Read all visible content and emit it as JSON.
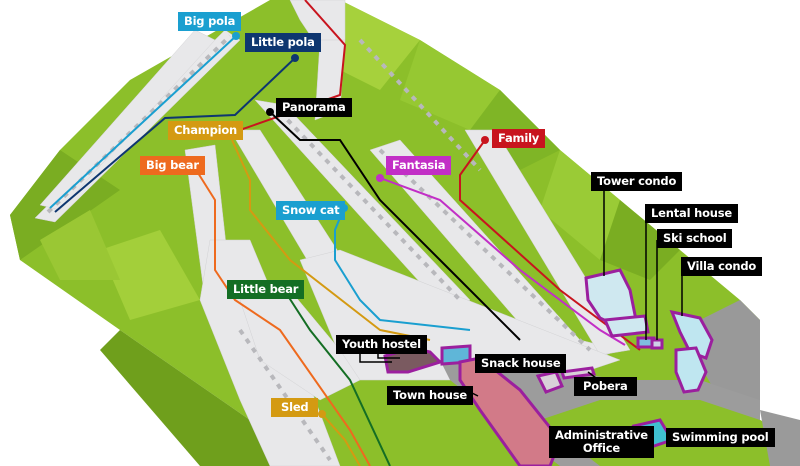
{
  "map": {
    "terrain_color": "#8cbf2a",
    "terrain_dark": "#6f9f1c",
    "terrain_light": "#a6d13c",
    "snow_color": "#e6e6e8",
    "building_outline": "#9b1f9e"
  },
  "slopes": [
    {
      "id": "big-pola",
      "label": "Big pola",
      "color": "#1a9fd0"
    },
    {
      "id": "little-pola",
      "label": "Little pola",
      "color": "#0e3670"
    },
    {
      "id": "panorama",
      "label": "Panorama",
      "color": "#000000"
    },
    {
      "id": "champion",
      "label": "Champion",
      "color": "#d49a12"
    },
    {
      "id": "big-bear",
      "label": "Big bear",
      "color": "#ee6a1e"
    },
    {
      "id": "family",
      "label": "Family",
      "color": "#c8141e"
    },
    {
      "id": "fantasia",
      "label": "Fantasia",
      "color": "#c22fc6"
    },
    {
      "id": "snow-cat",
      "label": "Snow cat",
      "color": "#1a9fd0"
    },
    {
      "id": "little-bear",
      "label": "Little bear",
      "color": "#146e24"
    },
    {
      "id": "sled",
      "label": "Sled",
      "color": "#d49a12"
    }
  ],
  "facilities": [
    {
      "id": "tower-condo",
      "label": "Tower condo"
    },
    {
      "id": "lental-house",
      "label": "Lental house"
    },
    {
      "id": "ski-school",
      "label": "Ski school"
    },
    {
      "id": "villa-condo",
      "label": "Villa condo"
    },
    {
      "id": "youth-hostel",
      "label": "Youth hostel"
    },
    {
      "id": "snack-house",
      "label": "Snack house"
    },
    {
      "id": "pobera",
      "label": "Pobera"
    },
    {
      "id": "town-house",
      "label": "Town house"
    },
    {
      "id": "administrative-office",
      "label": "Administrative\nOffice"
    },
    {
      "id": "swimming-pool",
      "label": "Swimming pool"
    }
  ]
}
